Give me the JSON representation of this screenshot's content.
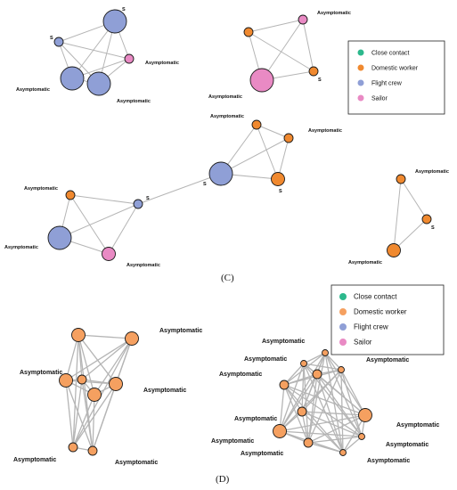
{
  "colors": {
    "close_contact": "#2cb88c",
    "domestic_worker": "#f0892f",
    "domestic_worker_d": "#f5a060",
    "flight_crew": "#8f9fd6",
    "sailor": "#e98ac4",
    "edge": "#b5b5b5",
    "node_stroke": "#1a1a1a"
  },
  "panel_c": {
    "label": "(C)",
    "legend": [
      {
        "label": "Close contact",
        "color_key": "close_contact"
      },
      {
        "label": "Domestic worker",
        "color_key": "domestic_worker"
      },
      {
        "label": "Flight crew",
        "color_key": "flight_crew"
      },
      {
        "label": "Sailor",
        "color_key": "sailor"
      }
    ]
  },
  "panel_d": {
    "label": "(D)",
    "legend": [
      {
        "label": "Close contact",
        "color_key": "close_contact"
      },
      {
        "label": "Domestic worker",
        "color_key": "domestic_worker_d"
      },
      {
        "label": "Flight crew",
        "color_key": "flight_crew"
      },
      {
        "label": "Sailor",
        "color_key": "sailor"
      }
    ]
  },
  "labels": {
    "asymptomatic": "Asymptomatic",
    "symptomatic_short": "S"
  },
  "networks": [
    {
      "id": "c1",
      "nodes": [
        {
          "id": "a",
          "type": "flight_crew",
          "size": "large",
          "label": "S"
        },
        {
          "id": "b",
          "type": "flight_crew",
          "size": "small",
          "label": "S"
        },
        {
          "id": "c",
          "type": "sailor",
          "size": "small",
          "label": "Asymptomatic"
        },
        {
          "id": "d",
          "type": "flight_crew",
          "size": "large",
          "label": "Asymptomatic"
        },
        {
          "id": "e",
          "type": "flight_crew",
          "size": "large",
          "label": "Asymptomatic"
        }
      ],
      "edges": [
        [
          "a",
          "b"
        ],
        [
          "a",
          "c"
        ],
        [
          "a",
          "d"
        ],
        [
          "a",
          "e"
        ],
        [
          "b",
          "c"
        ],
        [
          "b",
          "d"
        ],
        [
          "b",
          "e"
        ],
        [
          "c",
          "d"
        ],
        [
          "c",
          "e"
        ],
        [
          "d",
          "e"
        ]
      ]
    },
    {
      "id": "c2",
      "nodes": [
        {
          "id": "a",
          "type": "domestic_worker",
          "size": "small",
          "label": ""
        },
        {
          "id": "b",
          "type": "sailor",
          "size": "small",
          "label": "Asymptomatic"
        },
        {
          "id": "c",
          "type": "domestic_worker",
          "size": "small",
          "label": "S"
        },
        {
          "id": "d",
          "type": "sailor",
          "size": "large",
          "label": "Asymptomatic"
        }
      ],
      "edges": [
        [
          "a",
          "b"
        ],
        [
          "a",
          "c"
        ],
        [
          "a",
          "d"
        ],
        [
          "b",
          "c"
        ],
        [
          "b",
          "d"
        ],
        [
          "c",
          "d"
        ]
      ]
    },
    {
      "id": "c3",
      "nodes": [
        {
          "id": "a",
          "type": "domestic_worker",
          "size": "small",
          "label": "Asymptomatic"
        },
        {
          "id": "b",
          "type": "domestic_worker",
          "size": "small",
          "label": "Asymptomatic"
        },
        {
          "id": "c",
          "type": "flight_crew",
          "size": "large",
          "label": "S"
        },
        {
          "id": "d",
          "type": "domestic_worker",
          "size": "medium",
          "label": "S"
        },
        {
          "id": "e",
          "type": "flight_crew",
          "size": "small",
          "label": "S"
        },
        {
          "id": "f",
          "type": "domestic_worker",
          "size": "small",
          "label": "Asymptomatic"
        },
        {
          "id": "g",
          "type": "flight_crew",
          "size": "large",
          "label": "Asymptomatic"
        },
        {
          "id": "h",
          "type": "sailor",
          "size": "medium",
          "label": "Asymptomatic"
        }
      ],
      "edges": [
        [
          "a",
          "b"
        ],
        [
          "a",
          "c"
        ],
        [
          "a",
          "d"
        ],
        [
          "b",
          "c"
        ],
        [
          "b",
          "d"
        ],
        [
          "c",
          "d"
        ],
        [
          "c",
          "e"
        ],
        [
          "e",
          "f"
        ],
        [
          "e",
          "g"
        ],
        [
          "e",
          "h"
        ],
        [
          "f",
          "g"
        ],
        [
          "f",
          "h"
        ],
        [
          "g",
          "h"
        ]
      ]
    },
    {
      "id": "c4",
      "nodes": [
        {
          "id": "a",
          "type": "domestic_worker",
          "size": "small",
          "label": "Asymptomatic"
        },
        {
          "id": "b",
          "type": "domestic_worker",
          "size": "small",
          "label": "S"
        },
        {
          "id": "c",
          "type": "domestic_worker",
          "size": "medium",
          "label": "Asymptomatic"
        }
      ],
      "edges": [
        [
          "a",
          "b"
        ],
        [
          "a",
          "c"
        ],
        [
          "b",
          "c"
        ]
      ]
    },
    {
      "id": "d1",
      "nodes": [
        {
          "id": "a",
          "type": "domestic_worker_d",
          "size": "medium",
          "label": ""
        },
        {
          "id": "b",
          "type": "domestic_worker_d",
          "size": "medium",
          "label": "Asymptomatic"
        },
        {
          "id": "c",
          "type": "domestic_worker_d",
          "size": "medium",
          "label": "Asymptomatic"
        },
        {
          "id": "d",
          "type": "domestic_worker_d",
          "size": "small",
          "label": ""
        },
        {
          "id": "e",
          "type": "domestic_worker_d",
          "size": "medium",
          "label": ""
        },
        {
          "id": "f",
          "type": "domestic_worker_d",
          "size": "medium",
          "label": "Asymptomatic"
        },
        {
          "id": "g",
          "type": "domestic_worker_d",
          "size": "small",
          "label": "Asymptomatic"
        },
        {
          "id": "h",
          "type": "domestic_worker_d",
          "size": "small",
          "label": "Asymptomatic"
        }
      ],
      "edges": "complete"
    },
    {
      "id": "d2",
      "nodes": [
        {
          "id": "a",
          "type": "domestic_worker_d",
          "size": "tiny",
          "label": "Asymptomatic"
        },
        {
          "id": "b",
          "type": "domestic_worker_d",
          "size": "tiny",
          "label": "Asymptomatic"
        },
        {
          "id": "c",
          "type": "domestic_worker_d",
          "size": "tiny",
          "label": "Asymptomatic"
        },
        {
          "id": "d",
          "type": "domestic_worker_d",
          "size": "small",
          "label": "Asymptomatic"
        },
        {
          "id": "e",
          "type": "domestic_worker_d",
          "size": "small",
          "label": "Asymptomatic"
        },
        {
          "id": "f",
          "type": "domestic_worker_d",
          "size": "medium",
          "label": "Asymptomatic"
        },
        {
          "id": "g",
          "type": "domestic_worker_d",
          "size": "medium",
          "label": "Asymptomatic"
        },
        {
          "id": "h",
          "type": "domestic_worker_d",
          "size": "small",
          "label": "Asymptomatic"
        },
        {
          "id": "i",
          "type": "domestic_worker_d",
          "size": "tiny",
          "label": "Asymptomatic"
        },
        {
          "id": "j",
          "type": "domestic_worker_d",
          "size": "tiny",
          "label": "Asymptomatic"
        },
        {
          "id": "k",
          "type": "domestic_worker_d",
          "size": "small",
          "label": "Asymptomatic"
        }
      ],
      "edges": "complete"
    }
  ]
}
